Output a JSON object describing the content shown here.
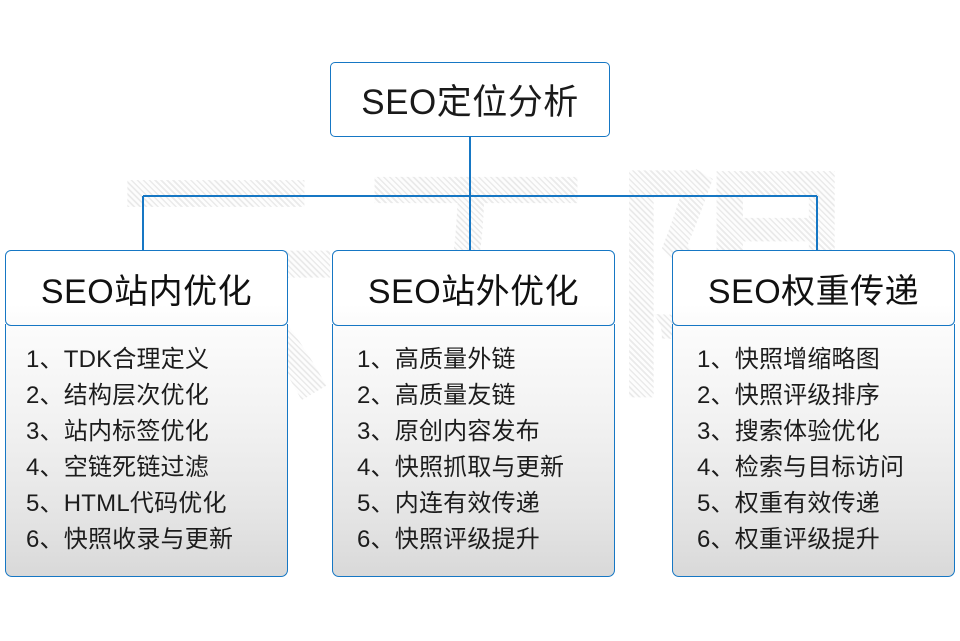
{
  "diagram": {
    "root": {
      "label": "SEO定位分析"
    },
    "watermark": {
      "text": "云无限"
    },
    "accent_color": "#1677c4",
    "text_color": "#1a1a1a",
    "body_background_top": "#fcfcfc",
    "body_background_bottom": "#d9d9d9",
    "columns": [
      {
        "header": "SEO站内优化",
        "items": [
          "1、TDK合理定义",
          "2、结构层次优化",
          "3、站内标签优化",
          "4、空链死链过滤",
          "5、HTML代码优化",
          "6、快照收录与更新"
        ]
      },
      {
        "header": "SEO站外优化",
        "items": [
          "1、高质量外链",
          "2、高质量友链",
          "3、原创内容发布",
          "4、快照抓取与更新",
          "5、内连有效传递",
          "6、快照评级提升"
        ]
      },
      {
        "header": "SEO权重传递",
        "items": [
          "1、快照增缩略图",
          "2、快照评级排序",
          "3、搜索体验优化",
          "4、检索与目标访问",
          "5、权重有效传递",
          "6、权重评级提升"
        ]
      }
    ]
  }
}
